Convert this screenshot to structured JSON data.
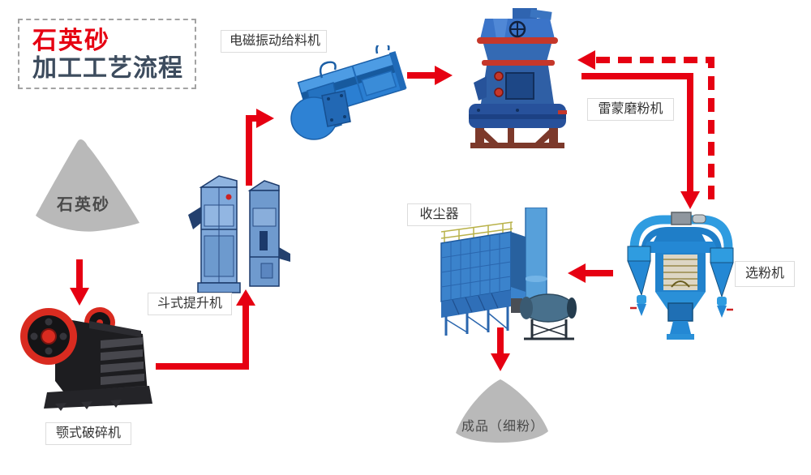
{
  "title": {
    "line1": "石英砂",
    "line2": "加工工艺流程"
  },
  "nodes": {
    "feeder_label": "电磁振动给料机",
    "mill_label": "雷蒙磨粉机",
    "quartz_label": "石英砂",
    "elevator_label": "斗式提升机",
    "dust_collector_label": "收尘器",
    "classifier_label": "选粉机",
    "crusher_label": "颚式破碎机",
    "product_label": "成品（细粉）"
  },
  "flow_order": [
    "石英砂",
    "颚式破碎机",
    "斗式提升机",
    "电磁振动给料机",
    "雷蒙磨粉机",
    "选粉机",
    "收尘器",
    "成品（细粉）"
  ],
  "colors": {
    "arrow_red": "#e60012",
    "title_red": "#e60012",
    "title_dark": "#3d4c5e",
    "pile_gray": "#b9b9b9",
    "pile_text": "#4a4a4a",
    "label_border": "#dcdcdc",
    "label_text": "#333333",
    "machine_blue": "#2f86d6",
    "mill_frame_brown": "#7c392b",
    "crusher_black": "#1d1d20",
    "flywheel_red": "#d92b20"
  }
}
